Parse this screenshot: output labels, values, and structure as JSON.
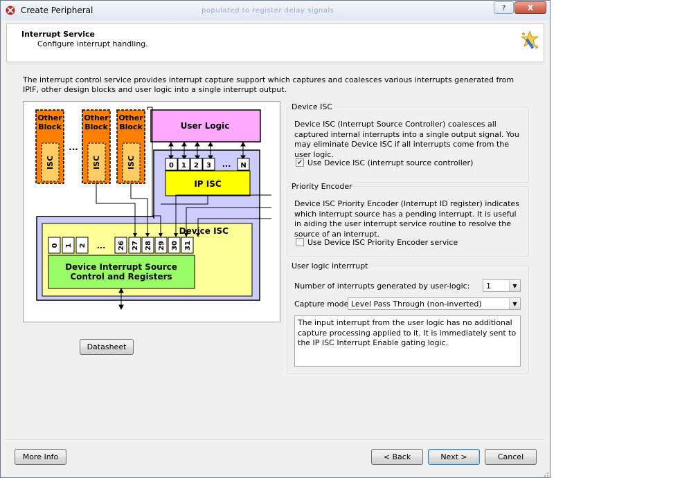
{
  "window": {
    "title": "Create Peripheral",
    "bg_text": "populated to register delay signals"
  },
  "titlebar_buttons": {
    "help": "?",
    "close": "X"
  },
  "header": {
    "title": "Interrupt Service",
    "subtitle": "Configure interrupt handling."
  },
  "intro_text": "The interrupt control service provides interrupt capture support which captures and coalesces various interrupts generated from IPIF, other design blocks and user logic into a single interrupt output.",
  "diagram": {
    "other_blocks": [
      {
        "label_top": "Other",
        "label_bottom": "Block",
        "isc": "ISC"
      },
      {
        "label_top": "Other",
        "label_bottom": "Block",
        "isc": "ISC"
      },
      {
        "label_top": "Other",
        "label_bottom": "Block",
        "isc": "ISC"
      }
    ],
    "ellipsis": "...",
    "user_logic": "User Logic",
    "ip_isc": "IP ISC",
    "ip_isc_bits": [
      "0",
      "1",
      "2",
      "3",
      "...",
      "N"
    ],
    "device_isc": "Device ISC",
    "device_bits": [
      "0",
      "1",
      "2",
      "...",
      "26",
      "27",
      "28",
      "29",
      "30",
      "31"
    ],
    "device_source_line1": "Device Interrupt Source",
    "device_source_line2": "Control and Registers"
  },
  "datasheet_button": "Datasheet",
  "device_isc_group": {
    "title": "Device ISC",
    "description": "Device ISC (Interrupt Source Controller) coalesces all captured internal interrupts into a single output signal. You may eliminate Device ISC if all interrupts come from the user logic.",
    "checkbox_label": "Use Device ISC (interrupt source controller)",
    "checked": true
  },
  "priority_group": {
    "title": "Priority Encoder",
    "description": "Device ISC Priority Encoder (Interrupt ID register) indicates which interrupt source has a pending interrupt. It is useful in aiding the user interrupt service routine to resolve the source of an interrupt.",
    "checkbox_label": "Use Device ISC Priority Encoder service",
    "checked": false
  },
  "user_logic_group": {
    "title": "User logic interrrupt",
    "num_label": "Number of interrupts generated by user-logic:",
    "num_value": "1",
    "capture_label": "Capture mode:",
    "capture_value": "Level Pass Through (non-inverted)",
    "capture_description": "The input interrupt from the user logic has no additional capture processing applied to it. It is immediately sent to the IP ISC Interrupt Enable gating logic."
  },
  "footer": {
    "more_info": "More Info",
    "back": "< Back",
    "next": "Next >",
    "cancel": "Cancel"
  },
  "colors": {
    "other_block": "#ff8000",
    "isc_inner": "#ffcc66",
    "user_logic": "#ffaaff",
    "ip_isc": "#ffff00",
    "device_isc_outer": "#ccccff",
    "device_isc_inner": "#ffff99",
    "device_source": "#99ff66"
  }
}
